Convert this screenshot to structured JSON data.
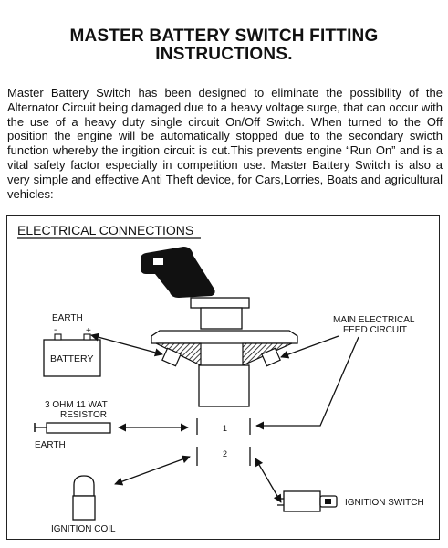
{
  "document": {
    "title_line1": "MASTER BATTERY SWITCH FITTING",
    "title_line2": "INSTRUCTIONS.",
    "body": "Master Battery Switch has been designed to eliminate the possibility of the Alternator Circuit being damaged due to a heavy voltage surge, that can occur with the use of a heavy duty single circuit On/Off Switch. When turned to the Off position the engine will be automatically stopped due to the secondary swicth function whereby the ingition circuit is cut.This prevents engine “Run On” and is a vital safety factor especially in competition use. Master Battery Switch is also a very simple and effective Anti Theft device, for Cars,Lorries, Boats and agricultural vehicles:"
  },
  "diagram": {
    "heading": "ELECTRICAL CONNECTIONS",
    "earth_top": "EARTH",
    "battery": "BATTERY",
    "battery_plus": "+",
    "battery_minus": "-",
    "main_feed_line1": "MAIN ELECTRICAL",
    "main_feed_line2": "FEED CIRCUIT",
    "resistor_line1": "3 OHM 11 WAT",
    "resistor_line2": "RESISTOR",
    "earth_bottom": "EARTH",
    "terminal_1": "1",
    "terminal_2": "2",
    "ignition_switch": "IGNITION SWITCH",
    "ignition_coil": "IGNITION COIL"
  }
}
